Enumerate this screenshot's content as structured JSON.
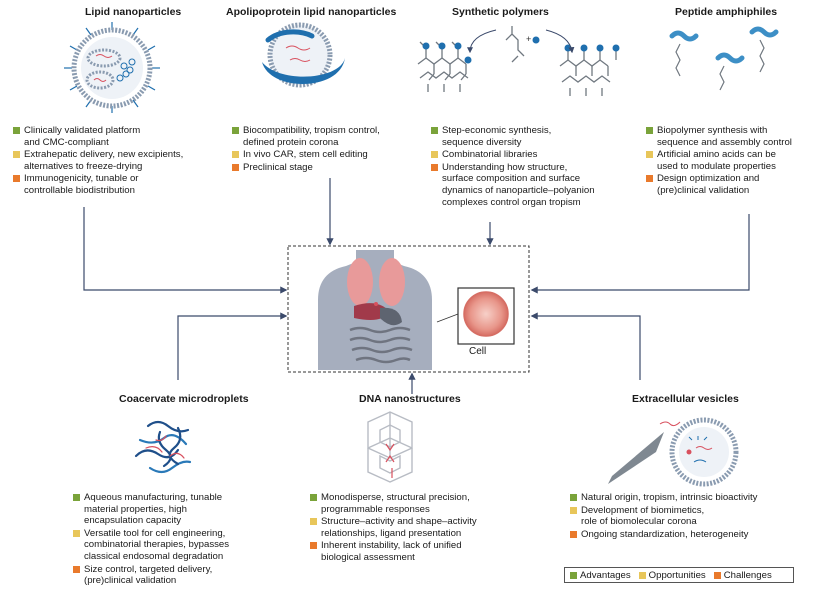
{
  "panels": [
    {
      "id": "lipid",
      "title": "Lipid nanoparticles",
      "items": [
        {
          "kind": "advantage",
          "text": "Clinically validated platform\nand CMC-compliant"
        },
        {
          "kind": "opportunity",
          "text": "Extrahepatic delivery, new excipients,\nalternatives to freeze-drying"
        },
        {
          "kind": "challenge",
          "text": "Immunogenicity, tunable or\ncontrollable biodistribution"
        }
      ]
    },
    {
      "id": "apolipo",
      "title": "Apolipoprotein lipid nanoparticles",
      "items": [
        {
          "kind": "advantage",
          "text": "Biocompatibility, tropism control,\ndefined protein corona"
        },
        {
          "kind": "opportunity",
          "text": "In vivo CAR, stem cell editing"
        },
        {
          "kind": "challenge",
          "text": "Preclinical stage"
        }
      ]
    },
    {
      "id": "polymers",
      "title": "Synthetic polymers",
      "items": [
        {
          "kind": "advantage",
          "text": "Step-economic synthesis,\nsequence diversity"
        },
        {
          "kind": "opportunity",
          "text": "Combinatorial libraries"
        },
        {
          "kind": "challenge",
          "text": "Understanding how structure,\nsurface composition and surface\ndynamics of nanoparticle–polyanion\ncomplexes control organ tropism"
        }
      ]
    },
    {
      "id": "peptide",
      "title": "Peptide amphiphiles",
      "items": [
        {
          "kind": "advantage",
          "text": "Biopolymer synthesis with\nsequence and assembly control"
        },
        {
          "kind": "opportunity",
          "text": "Artificial amino acids can be\nused to modulate properties"
        },
        {
          "kind": "challenge",
          "text": "Design optimization and\n(pre)clinical validation"
        }
      ]
    },
    {
      "id": "coacervate",
      "title": "Coacervate microdroplets",
      "items": [
        {
          "kind": "advantage",
          "text": "Aqueous manufacturing, tunable\nmaterial properties, high\nencapsulation capacity"
        },
        {
          "kind": "opportunity",
          "text": "Versatile tool for cell engineering,\ncombinatorial therapies, bypasses\nclassical endosomal degradation"
        },
        {
          "kind": "challenge",
          "text": "Size control, targeted delivery,\n(pre)clinical validation"
        }
      ]
    },
    {
      "id": "dna",
      "title": "DNA nanostructures",
      "items": [
        {
          "kind": "advantage",
          "text": "Monodisperse, structural precision,\nprogrammable responses"
        },
        {
          "kind": "opportunity",
          "text": "Structure–activity and shape–activity\nrelationships, ligand presentation"
        },
        {
          "kind": "challenge",
          "text": "Inherent instability, lack of unified\nbiological assessment"
        }
      ]
    },
    {
      "id": "vesicles",
      "title": "Extracellular vesicles",
      "items": [
        {
          "kind": "advantage",
          "text": "Natural origin, tropism, intrinsic bioactivity"
        },
        {
          "kind": "opportunity",
          "text": "Development of biomimetics,\nrole of biomolecular corona"
        },
        {
          "kind": "challenge",
          "text": "Ongoing standardization, heterogeneity"
        }
      ]
    }
  ],
  "center": {
    "cell_label": "Cell"
  },
  "legend": {
    "advantages": "Advantages",
    "opportunities": "Opportunities",
    "challenges": "Challenges"
  },
  "colors": {
    "advantage": "#7aa33a",
    "opportunity": "#e8c65a",
    "challenge": "#e97a2c",
    "accent_blue": "#1f6fae",
    "arrow": "#3b4a6b"
  }
}
